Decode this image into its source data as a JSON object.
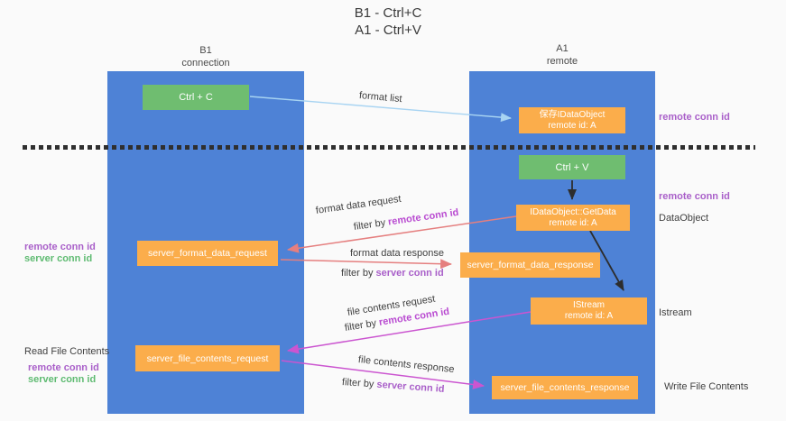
{
  "title": {
    "line1": "B1 - Ctrl+C",
    "line2": "A1 - Ctrl+V"
  },
  "lanes": {
    "left": {
      "name": "B1",
      "subtitle": "connection"
    },
    "right": {
      "name": "A1",
      "subtitle": "remote"
    }
  },
  "boxes": {
    "ctrl_c": {
      "label": "Ctrl + C"
    },
    "ctrl_v": {
      "label": "Ctrl + V"
    },
    "save_idataobject": {
      "line1": "保存IDataObject",
      "line2": "remote id: A"
    },
    "idataobject_getdata": {
      "line1": "IDataObject::GetData",
      "line2": "remote id: A"
    },
    "istream": {
      "line1": "IStream",
      "line2": "remote id: A"
    },
    "server_format_data_request": {
      "label": "server_format_data_request"
    },
    "server_format_data_response": {
      "label": "server_format_data_response"
    },
    "server_file_contents_request": {
      "label": "server_file_contents_request"
    },
    "server_file_contents_response": {
      "label": "server_file_contents_response"
    }
  },
  "annotations": {
    "right_remote_conn_id_1": "remote conn id",
    "right_remote_conn_id_2": "remote conn id",
    "right_dataobject": "DataObject",
    "right_istream": "Istream",
    "right_write_file_contents": "Write File Contents",
    "left_remote_conn_id_1": "remote conn id",
    "left_server_conn_id_1": "server conn id",
    "left_read_file_contents": "Read File Contents",
    "left_remote_conn_id_2": "remote conn id",
    "left_server_conn_id_2": "server conn id"
  },
  "flow_labels": {
    "format_list": "format list",
    "format_data_request": "format data request",
    "format_data_response": "format data response",
    "file_contents_request": "file contents request",
    "file_contents_response": "file contents response",
    "filter_by": "filter by ",
    "remote_conn_id": "remote conn id",
    "server_conn_id": "server conn id"
  },
  "colors": {
    "lane_blue": "#4e82d6",
    "box_green": "#6fbd70",
    "box_orange": "#fbad4b",
    "arrow_black": "#2d2d2d",
    "arrow_salmon": "#e57f7f",
    "arrow_magenta": "#cb55d0",
    "arrow_lightblue": "#a8d4f2",
    "label_purple": "#a95fc9",
    "label_magenta": "#b94bd1",
    "label_green": "#5fbb72",
    "dashed_line": "#2f2f2f"
  }
}
